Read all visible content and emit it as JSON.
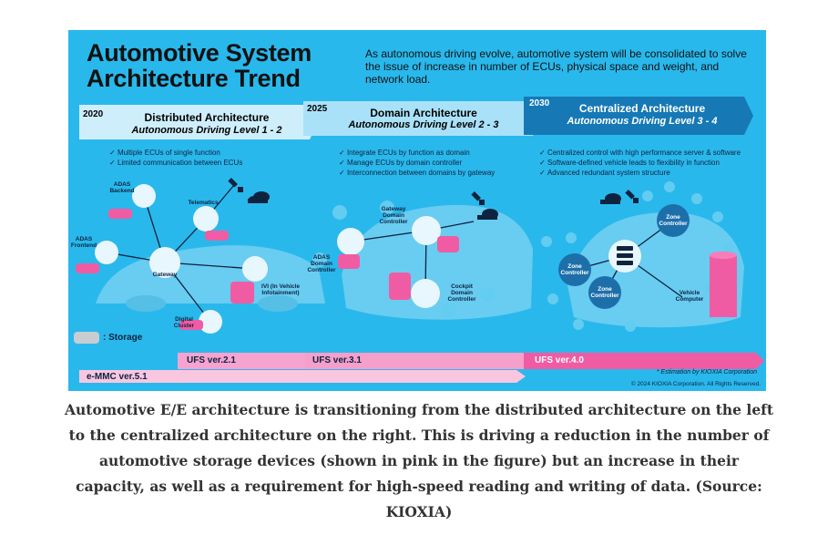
{
  "figure": {
    "title_line1": "Automotive System",
    "title_line2": "Architecture Trend",
    "intro": "As autonomous driving evolve, automotive system will be consolidated to solve the issue of increase in number of ECUs,  physical space and weight, and network load.",
    "eras": [
      {
        "year": "2020",
        "name": "Distributed Architecture",
        "level": "Autonomous Driving Level 1 - 2",
        "bullets": [
          "Multiple ECUs of single function",
          "Limited communication between ECUs"
        ]
      },
      {
        "year": "2025",
        "name": "Domain Architecture",
        "level": "Autonomous Driving Level 2 - 3",
        "bullets": [
          "Integrate ECUs by function as domain",
          "Manage ECUs by domain controller",
          "Interconnection between domains by gateway"
        ]
      },
      {
        "year": "2030",
        "name": "Centralized Architecture",
        "level": "Autonomous Driving Level 3 - 4",
        "bullets": [
          "Centralized control with high performance server & software",
          "Software-defined vehicle leads to flexibility in function",
          "Advanced redundant system structure"
        ]
      }
    ],
    "distributed_nodes": {
      "adas_backend": "ADAS Backend",
      "adas_frontend": "ADAS Frontend",
      "telematics": "Telematics",
      "gateway": "Gateway",
      "ivi": "IVI (In Vehicle Infotainment)",
      "digital_cluster": "Digital Cluster"
    },
    "domain_nodes": {
      "gateway": "Gateway Domain Controller",
      "adas": "ADAS Domain Controller",
      "cockpit": "Cockpit Domain Controller"
    },
    "centralized_nodes": {
      "zone1": "Zone Controller",
      "zone2": "Zone Controller",
      "zone3": "Zone Controller",
      "vehicle_computer": "Vehicle Computer"
    },
    "storage_legend": ": Storage",
    "ufs21": "UFS ver.2.1",
    "ufs31": "UFS ver.3.1",
    "ufs40": "UFS ver.4.0",
    "emmc": "e-MMC ver.5.1",
    "estimation_note": "* Estimation by KIOXIA Corporation",
    "copyright": "© 2024 KIOXIA Corporation. All Rights Reserved.",
    "colors": {
      "background": "#29b8ec",
      "storage": "#f05ca3",
      "storage_key": "#c9cdd1",
      "band_pink": "#f7a3cf",
      "band_emmc": "#f9c6e0",
      "arrow_light": "#cfeefc",
      "arrow_mid": "#a9e1f8",
      "arrow_dark": "#1679b6"
    },
    "icons": [
      "wifi-icon",
      "car-icon",
      "cloud-icon",
      "satellite-icon",
      "server-icon",
      "gear-icon",
      "camera-icon",
      "chip-icon"
    ]
  },
  "caption": "Automotive E/E architecture is transitioning from the distributed architecture on the left to the centralized architecture on the right. This is driving a reduction in the number of automotive storage devices (shown in pink in the figure) but an increase in their capacity, as well as a requirement for high-speed reading and writing of data. (Source: KIOXIA)"
}
